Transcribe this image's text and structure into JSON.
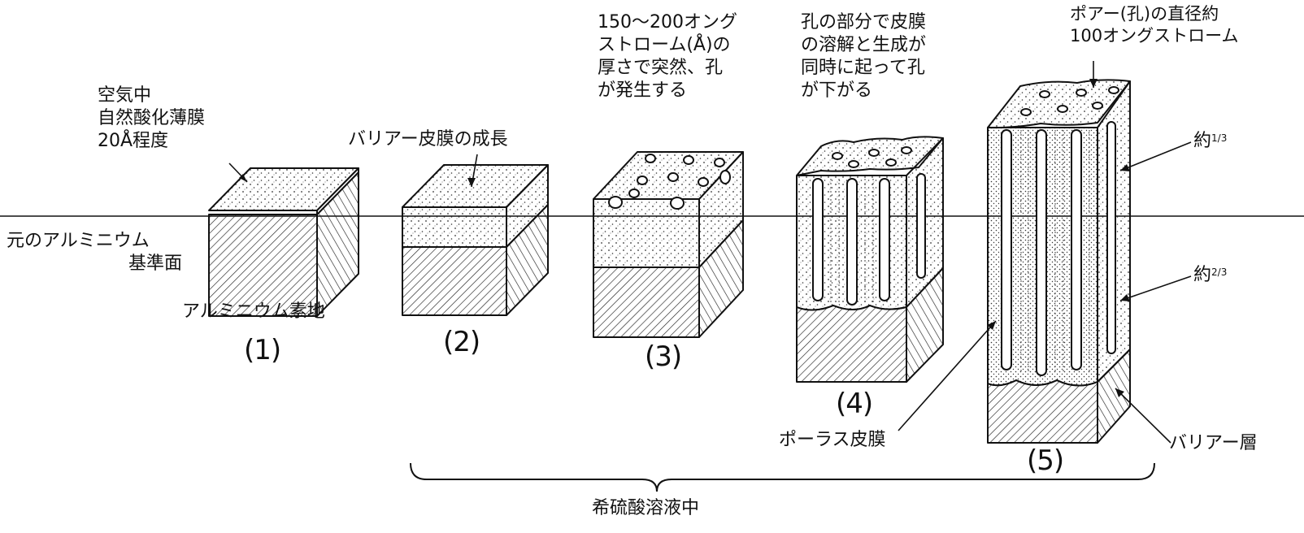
{
  "labels": {
    "air_film": [
      "空気中",
      "自然酸化薄膜",
      "20Å程度"
    ],
    "baseline": [
      "元のアルミニウム",
      "基準面"
    ],
    "substrate": "アルミニウム素地",
    "barrier_growth": "バリアー皮膜の成長",
    "pore_gen": [
      "150～200オング",
      "ストローム(Å)の",
      "厚さで突然、孔",
      "が発生する"
    ],
    "dissolve": [
      "孔の部分で皮膜",
      "の溶解と生成が",
      "同時に起って孔",
      "が下がる"
    ],
    "pore_diam": [
      "ポアー(孔)の直径約",
      "100オングストローム"
    ],
    "approx_third": {
      "prefix": "約",
      "frac": "1/3"
    },
    "approx_two_thirds": {
      "prefix": "約",
      "frac": "2/3"
    },
    "porous": "ポーラス皮膜",
    "barrier_layer": "バリアー層",
    "solution": "希硫酸溶液中"
  },
  "stages": [
    "(1)",
    "(2)",
    "(3)",
    "(4)",
    "(5)"
  ],
  "colors": {
    "ink": "#111111",
    "paper": "#ffffff"
  }
}
